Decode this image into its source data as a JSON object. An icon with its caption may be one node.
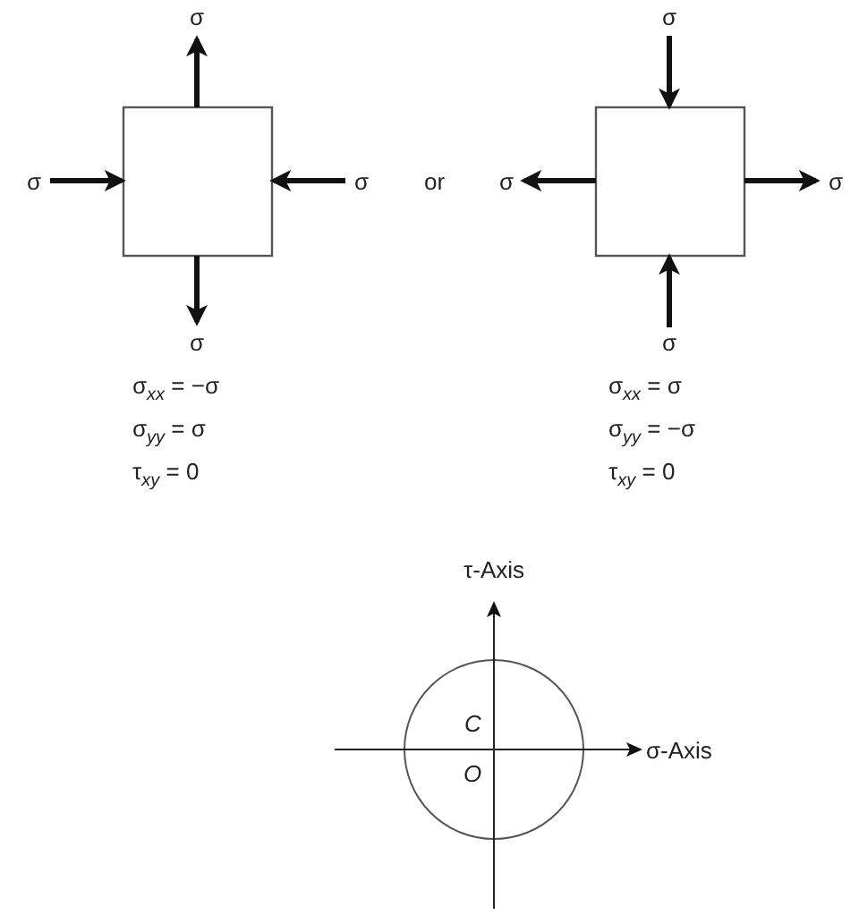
{
  "diagram": {
    "nodes": [
      {
        "text": [],
        "shape": "box",
        "beside": [
          "σ$_{xx}$ = −σ",
          "σ$_{yy}$ = σ",
          "τ$_{xy}$ = 0"
        ]
      },
      {
        "text": [],
        "shape": "box",
        "beside": [
          "σ$_{xx}$ = σ",
          "σ$_{yy}$ = −σ",
          "τ$_{xy}$ = 0"
        ]
      },
      {
        "text": [],
        "shape": "circle"
      }
    ],
    "labels": [
      "σ",
      "σ",
      "σ",
      "σ",
      "or",
      "σ",
      "σ",
      "σ",
      "σ",
      "τ-Axis",
      "C",
      "σ-Axis",
      "O"
    ]
  }
}
